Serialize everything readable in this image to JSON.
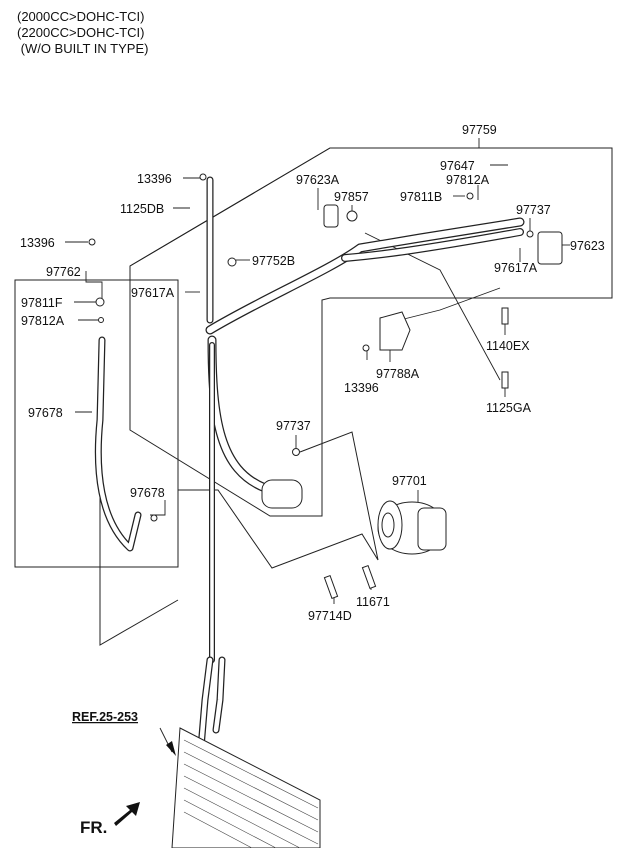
{
  "header": {
    "lines": [
      "(2000CC>DOHC-TCI)",
      "(2200CC>DOHC-TCI)",
      " (W/O BUILT IN TYPE)"
    ]
  },
  "labels": {
    "p97759": "97759",
    "p97647": "97647",
    "p97812A_top": "97812A",
    "p97811B": "97811B",
    "p97737_top": "97737",
    "p97623": "97623",
    "p97617A_right": "97617A",
    "p97623A": "97623A",
    "p97857": "97857",
    "p13396_top": "13396",
    "p1125DB": "1125DB",
    "p97752B": "97752B",
    "p97617A_left": "97617A",
    "p13396_left": "13396",
    "p97762": "97762",
    "p97811F": "97811F",
    "p97812A_left": "97812A",
    "p97678_upper": "97678",
    "p97678_lower": "97678",
    "p1140EX": "1140EX",
    "p13396_mid": "13396",
    "p97788A": "97788A",
    "p1125GA": "1125GA",
    "p97737_mid": "97737",
    "p97701": "97701",
    "p11671": "11671",
    "p97714D": "97714D"
  },
  "ref_label": "REF.25-253",
  "front_label": "FR."
}
